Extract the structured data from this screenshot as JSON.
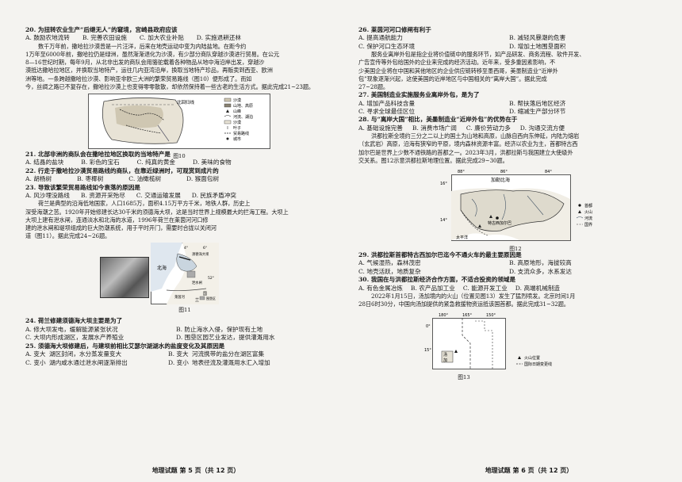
{
  "left": {
    "q20": {
      "stem": "20. 为扭转农业生产“后继无人”的窘境，宫崎县政府应该",
      "a": "A. 鼓励农地流转",
      "b": "B. 完善农田设施",
      "c": "C. 加大农业补贴",
      "d": "D. 实施退耕还林"
    },
    "p1": [
      "数千万年前，撒哈拉沙漠曾是一片汪洋，后来在地壳运动中变为内陆盐地。在距今约",
      "1万年至6000年前，撒哈拉仍是绿洲，虽然渐渐退化为沙漠，有少部分商队穿越沙漠进行贸易。在公元",
      "8—16世纪时期，每年9月，从北非出发的商队会用骆驼载着各种物品从地中海沿岸出发，穿越沙",
      "漠抵达撒哈拉地区，并换取当地特产，运往几内亚湾沿岸，换取当地特产珍品，再贩卖到西亚、欧洲",
      "洲等地。一条跨越撒哈拉沙漠、影响亚非欧三大洲的繁荣贸易路线（图10）便形成了。而如",
      "今，丝绸之路已不复存在，撒哈拉沙漠上也变得零零散散，却依然保持着一些古老的生活方式。据此完成21~23题。"
    ],
    "fig10": {
      "caption": "图10",
      "tropic": "北回归线",
      "legend": [
        "沙漠",
        "山地、高原",
        "山峰",
        "河流、湖泊",
        "沙漠",
        "叶子",
        "贸易路线",
        "城市"
      ]
    },
    "q21": {
      "stem": "21. 北部非洲的商队会在撒哈拉地区换取的当地特产是",
      "a": "A. 结晶的盐块",
      "b": "B. 彩色的宝石",
      "c": "C. 纯真的黄金",
      "d": "D. 美味的食物"
    },
    "q22": {
      "stem": "22. 行走于撒哈拉沙漠贸易路线的商队，在靠近绿洲时，可观赏到成片的",
      "a": "A. 胡杨树",
      "b": "B. 枣椰树",
      "c": "C. 油橄榄树",
      "d": "D. 猴面包树"
    },
    "q23": {
      "stem": "23. 导致该繁荣贸易路线如今衰落的原因是",
      "a": "A. 风沙埋没路线",
      "b": "B. 资源开采殆尽",
      "c": "C. 交通运输发展",
      "d": "D. 民族矛盾冲突"
    },
    "p2": [
      "荷兰是典型的沿海低地国家，人口1685万，面积4.15万平方千米，地铁人群，历史上",
      "深受海潮之苦。1920年开始修建长达30千米的须德海大坝，这是当时世界上规模最大的拦海工程。大坝上",
      "大坝上建有泄水闸，连通淡水和北海的水道，1996年荷兰在莱茵河河口修",
      "建的泄水闸和堤坝组成的巨大防潮系统，用于平时开门，需要时合拢以关闭河",
      "道（图11）。据此完成24~26题。"
    ],
    "fig11": {
      "caption": "图11",
      "lat1": "4°",
      "lat2": "6°",
      "lat3": "52°",
      "north_sea": "北海",
      "label1": "须德海大坝",
      "label2": "泄水闸",
      "label3": "莱茵河",
      "label4": "国",
      "label5": "兰",
      "legend": "围垦区"
    },
    "q24": {
      "stem": "24. 荷兰修建须德海大坝主要是为了",
      "a": "A. 修大坝发电，缓解能源紧张状况",
      "b": "B. 防止海水入侵，保护现有土地",
      "c": "C. 大坝内形成湖区，发展水产养殖业",
      "d": "D. 围垦区园艺业发达，提供灌溉用水"
    },
    "q25": {
      "stem": "25. 须德海大坝修建后，与建坝前相比艾瑟尔湖湖水的盐度变化及其原因是",
      "rows": [
        [
          "A. 变大",
          "湖区封闭，水分蒸发量变大",
          "B. 变大",
          "河流携带的盐分在湖区富集"
        ],
        [
          "C. 变小",
          "湖内咸水通过泄水闸逐渐排出",
          "D. 变小",
          "地表径流及灌溉用水汇入增加"
        ]
      ]
    },
    "footer": "地理试题 第 5 页（共 12 页）"
  },
  "right": {
    "q26": {
      "stem": "26. 莱茵河河口修闸有利于",
      "a": "A. 提高通航能力",
      "b": "B. 减轻风暴潮的危害",
      "c": "C. 保护河口生态环境",
      "d": "D. 增加土地围垦面积"
    },
    "p3": [
      "服务业离岸外包是指企业将价值链中的服务环节，如产品研发、商务流程、软件开发、",
      "广告宣传等外包给国外的企业来完成的经济活动。近年来，受多重因素影响，不",
      "少美国企业将在中国和其他地区的企业供应链转移至墨西哥，美墨制造业“近岸外",
      "包”现象逐渐兴起，这使美国的近岸地区与中国相关的“离岸大国”。据此完成",
      "27~28题。"
    ],
    "q27": {
      "stem": "27. 美国制造业实施服务业离岸外包，是为了",
      "a": "A. 增加产品科技含量",
      "b": "B. 帮扶落后地区经济",
      "c": "C. 寻求全球最佳区位",
      "d": "D. 缩减生产部分环节"
    },
    "q28": {
      "stem": "28. 与“离岸大国”相比，美墨制造业“近岸外包”的优势在于",
      "a": "A. 基础设施完善",
      "b": "B. 消费市场广阔",
      "c": "C. 廉价劳动力多",
      "d": "D. 沟通交流方便"
    },
    "p4": [
      "洪都拉斯全境约三分之二以上的国土为山地和高原，山脉自西向东伸延，内陆为熔岩",
      "（玄武岩）高原，沿海有狭窄的平原，境内森林资源丰富。经济以农业为主，首都特古西",
      "加尔巴是世界上少数不通铁路的首都之一。2023年3月，洪都拉斯与我国建立大使级外",
      "交关系。图12示意洪都拉斯地理位置。据此完成29~30题。"
    ],
    "fig12": {
      "caption": "图12",
      "lon1": "88°",
      "lon2": "86°",
      "lon3": "84°",
      "lat1": "16°",
      "lat2": "14°",
      "sea": "加勒比海",
      "pacific": "太平洋",
      "city": "特古西加尔巴",
      "legend": [
        "首都",
        "火山",
        "河流",
        "国界"
      ]
    },
    "q29": {
      "stem": "29. 洪都拉斯首都特古西加尔巴迄今不通火车的最主要原因是",
      "a": "A. 气候湿热，森林茂密",
      "b": "B. 高原地形，海拔较高",
      "c": "C. 地壳活跃，地质复杂",
      "d": "D. 支流众多，水系发达"
    },
    "q30": {
      "stem": "30. 我国在与洪都拉斯经济合作方面，不适合投资的领域是",
      "a": "A. 有色金属冶炼",
      "b": "B. 农产品加工业",
      "c": "C. 能源开发工业",
      "d": "D. 高端机械制造"
    },
    "p5": [
      "2022年1月15日，汤加境内的火山（位置见图13）发生了猛烈喷发。北京时间1月",
      "28日6时30分，中国向汤加提供的紧急救援物资运抵该国首都。据此完成31~32题。"
    ],
    "fig13": {
      "caption": "图13",
      "lon1": "180°",
      "lon2": "165°",
      "lon3": "150°",
      "lat1": "0°",
      "lat2": "15°",
      "island1": "汤",
      "island2": "加",
      "legend": [
        "火山位置",
        "国际日期变更线"
      ]
    },
    "footer": "地理试题 第 6 页（共 12 页）"
  }
}
